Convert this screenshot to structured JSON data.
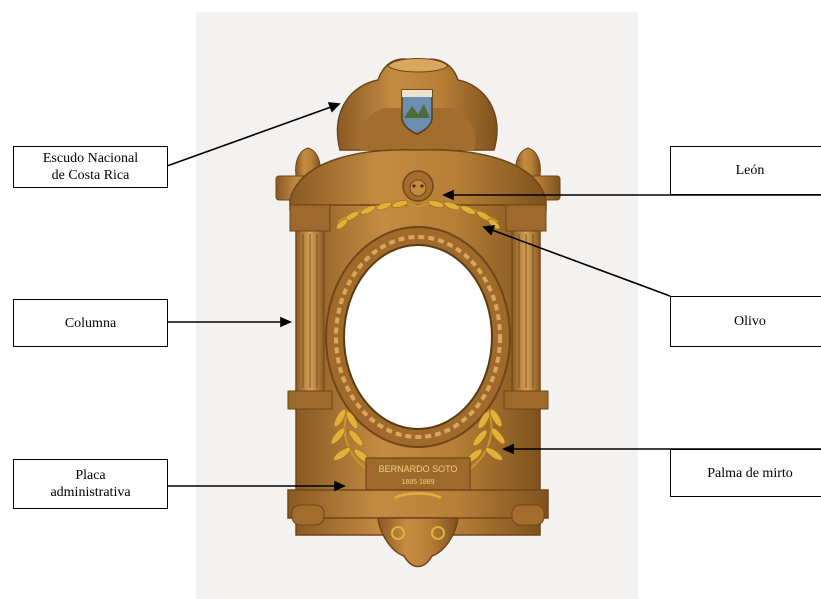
{
  "labels": {
    "escudo": "Escudo Nacional\nde Costa Rica",
    "leon": "León",
    "columna": "Columna",
    "olivo": "Olivo",
    "placa": "Placa\nadministrativa",
    "palma": "Palma de mirto"
  },
  "plaque": {
    "line1": "BERNARDO SOTO",
    "line2": "1885 1889"
  },
  "colors": {
    "wood": "#b8813a",
    "wood_dark": "#7a4f1c",
    "wood_light": "#d9a75e",
    "gold": "#e2b13a",
    "wall": "#f3f2f0"
  }
}
